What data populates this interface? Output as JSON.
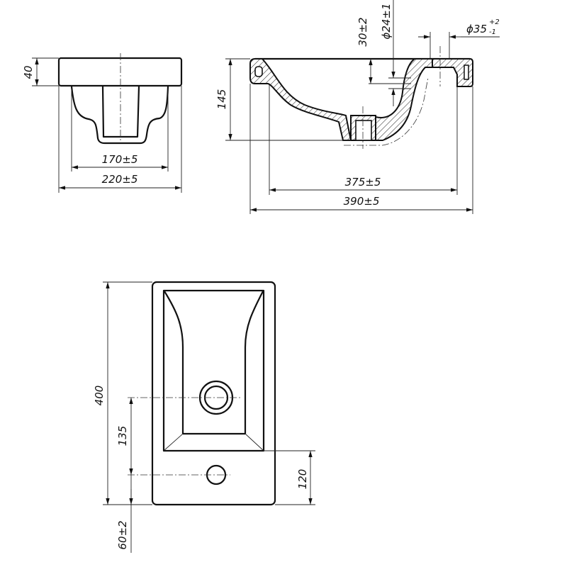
{
  "side_view": {
    "height_dim": "40",
    "inner_width_dim": "170±5",
    "outer_width_dim": "220±5"
  },
  "section_view": {
    "height_dim": "145",
    "rim_to_outlet_dim": "30±2",
    "outlet_diameter_dim": "ϕ24±1",
    "tap_hole_diameter_dim": "ϕ35",
    "tap_hole_tol_upper": "+2",
    "tap_hole_tol_lower": "-1",
    "inner_length_dim": "375±5",
    "outer_length_dim": "390±5"
  },
  "plan_view": {
    "length_dim": "400",
    "drain_to_tap_dim": "135",
    "bowl_edge_dim": "120",
    "tap_offset_dim": "60±2"
  }
}
